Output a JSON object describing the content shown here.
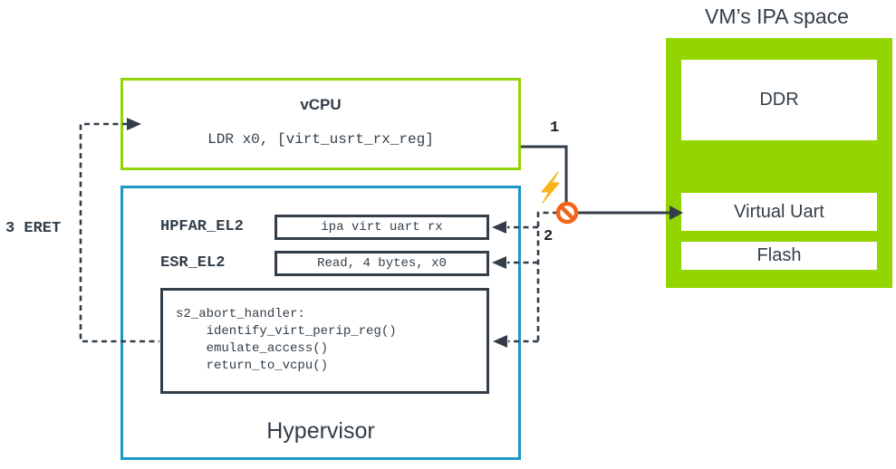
{
  "colors": {
    "green": "#93d500",
    "blue": "#1e96c8",
    "slate": "#333e48",
    "orange": "#f26419",
    "gold": "#f9b218"
  },
  "ipa_space": {
    "title": "VM’s IPA space",
    "regions": [
      {
        "label": "DDR"
      },
      {
        "label": "Virtual Uart"
      },
      {
        "label": "Flash"
      }
    ]
  },
  "vcpu": {
    "title": "vCPU",
    "instruction": "LDR x0, [virt_usrt_rx_reg]"
  },
  "hypervisor": {
    "title": "Hypervisor",
    "registers": [
      {
        "name": "HPFAR_EL2",
        "value": "ipa virt uart rx"
      },
      {
        "name": "ESR_EL2",
        "value": "Read, 4 bytes, x0"
      }
    ],
    "handler": {
      "lines": [
        "s2_abort_handler:",
        "    identify_virt_perip_reg()",
        "    emulate_access()",
        "    return_to_vcpu()"
      ]
    }
  },
  "annotations": {
    "step1": "1",
    "step2": "2",
    "step3": "3 ERET"
  },
  "icons": {
    "lightning": "trap-lightning-icon",
    "no_entry": "access-blocked-icon"
  }
}
